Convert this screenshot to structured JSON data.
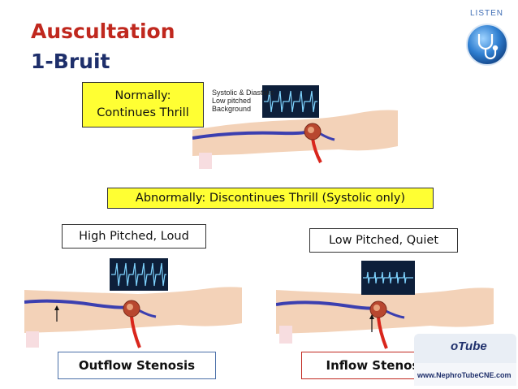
{
  "slide": {
    "title_line1": "Auscultation",
    "title_line2": "1-Bruit",
    "listen_label": "LISTEN",
    "normally_line1": "Normally:",
    "normally_line2": "Continues Thrill",
    "top_image_label_1": "Systolic & Diastolic",
    "top_image_label_2": "Low pitched",
    "top_image_label_3": "Background",
    "abnormally": "Abnormally: Discontinues Thrill (Systolic only)",
    "high_pitched": "High Pitched, Loud",
    "low_pitched": "Low Pitched, Quiet",
    "outflow": "Outflow Stenosis",
    "inflow": "Inflow Stenosis",
    "logo_word": "oTube",
    "logo_url": "www.NephroTubeCNE.com"
  },
  "colors": {
    "title_red": "#c0281e",
    "title_blue": "#1e2f6b",
    "highlight_yellow": "#ffff33",
    "vein_blue": "#3b3fb0",
    "artery_red": "#d9261c",
    "skin": "#f3d2b8",
    "waveform_bg": "#0d1f3a",
    "waveform_line": "#7fd4ff"
  },
  "icons": [
    "stethoscope-icon",
    "waveform-icon",
    "arrow-up-icon"
  ]
}
